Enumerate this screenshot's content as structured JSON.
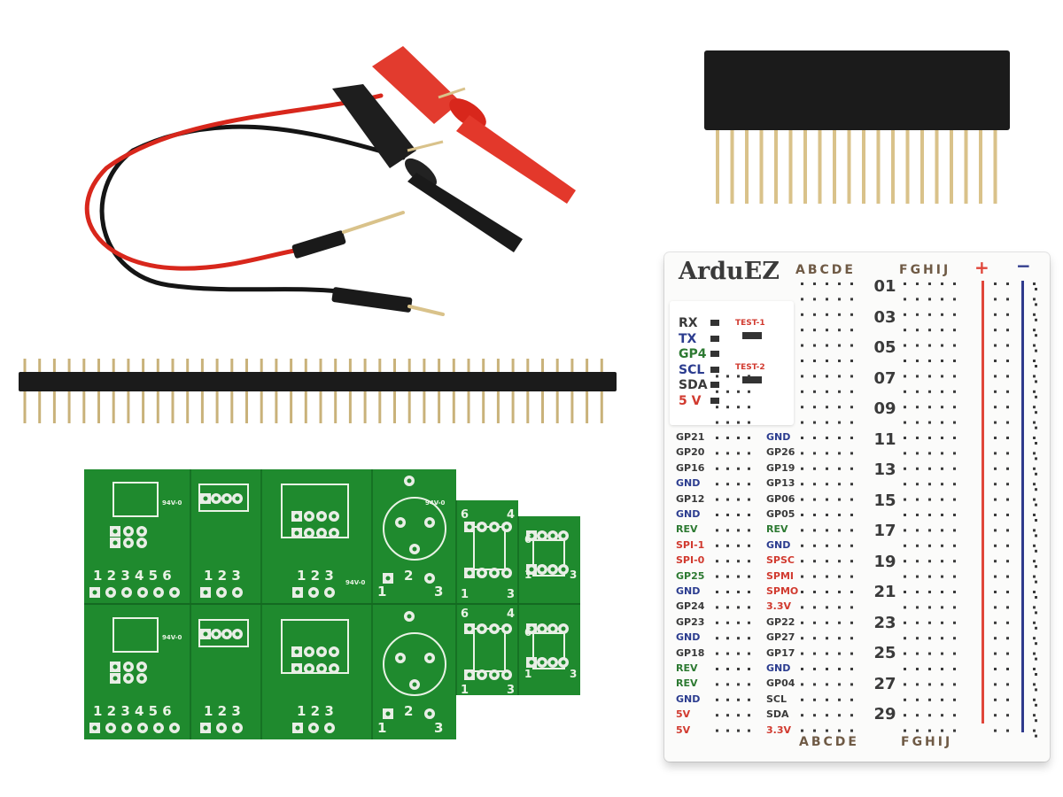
{
  "breadboard": {
    "brand": "ArduEZ",
    "letters_left": "ABCDE",
    "letters_right": "FGHIJ",
    "plus": "+",
    "minus": "−",
    "row_numbers": [
      "01",
      "03",
      "05",
      "07",
      "09",
      "11",
      "13",
      "15",
      "17",
      "19",
      "21",
      "23",
      "25",
      "27",
      "29"
    ],
    "signals": [
      {
        "label": "RX",
        "color": "#3a3a3a"
      },
      {
        "label": "TX",
        "color": "#2b3c8f"
      },
      {
        "label": "GP4",
        "color": "#2d7a32"
      },
      {
        "label": "SCL",
        "color": "#2b3c8f"
      },
      {
        "label": "SDA",
        "color": "#3a3a3a"
      },
      {
        "label": "5 V",
        "color": "#d13a2f"
      }
    ],
    "test1": "TEST-1",
    "test2": "TEST-2",
    "pins_left": [
      {
        "label": "GP21",
        "color": "#3a3a3a"
      },
      {
        "label": "GP20",
        "color": "#3a3a3a"
      },
      {
        "label": "GP16",
        "color": "#3a3a3a"
      },
      {
        "label": "GND",
        "color": "#2b3c8f"
      },
      {
        "label": "GP12",
        "color": "#3a3a3a"
      },
      {
        "label": "GND",
        "color": "#2b3c8f"
      },
      {
        "label": "REV",
        "color": "#2d7a32"
      },
      {
        "label": "SPI-1",
        "color": "#d13a2f"
      },
      {
        "label": "SPI-0",
        "color": "#d13a2f"
      },
      {
        "label": "GP25",
        "color": "#2d7a32"
      },
      {
        "label": "GND",
        "color": "#2b3c8f"
      },
      {
        "label": "GP24",
        "color": "#3a3a3a"
      },
      {
        "label": "GP23",
        "color": "#3a3a3a"
      },
      {
        "label": "GND",
        "color": "#2b3c8f"
      },
      {
        "label": "GP18",
        "color": "#3a3a3a"
      },
      {
        "label": "REV",
        "color": "#2d7a32"
      },
      {
        "label": "REV",
        "color": "#2d7a32"
      },
      {
        "label": "GND",
        "color": "#2b3c8f"
      },
      {
        "label": "5V",
        "color": "#d13a2f"
      },
      {
        "label": "5V",
        "color": "#d13a2f"
      }
    ],
    "pins_right": [
      {
        "label": "GND",
        "color": "#2b3c8f"
      },
      {
        "label": "GP26",
        "color": "#3a3a3a"
      },
      {
        "label": "GP19",
        "color": "#3a3a3a"
      },
      {
        "label": "GP13",
        "color": "#3a3a3a"
      },
      {
        "label": "GP06",
        "color": "#3a3a3a"
      },
      {
        "label": "GP05",
        "color": "#3a3a3a"
      },
      {
        "label": "REV",
        "color": "#2d7a32"
      },
      {
        "label": "GND",
        "color": "#2b3c8f"
      },
      {
        "label": "SPSC",
        "color": "#d13a2f"
      },
      {
        "label": "SPMI",
        "color": "#d13a2f"
      },
      {
        "label": "SPMO",
        "color": "#d13a2f"
      },
      {
        "label": "3.3V",
        "color": "#d13a2f"
      },
      {
        "label": "GP22",
        "color": "#3a3a3a"
      },
      {
        "label": "GP27",
        "color": "#3a3a3a"
      },
      {
        "label": "GP17",
        "color": "#3a3a3a"
      },
      {
        "label": "GND",
        "color": "#2b3c8f"
      },
      {
        "label": "GP04",
        "color": "#3a3a3a"
      },
      {
        "label": "SCL",
        "color": "#3a3a3a"
      },
      {
        "label": "SDA",
        "color": "#3a3a3a"
      },
      {
        "label": "3.3V",
        "color": "#d13a2f"
      }
    ]
  },
  "pcb": {
    "labels_six": "1 2 3 4 5 6",
    "labels_three": "1 2 3",
    "num_6": "6",
    "num_4": "4",
    "num_1": "1",
    "num_3": "3",
    "num_2": "2",
    "rating": "94V-0"
  },
  "colors": {
    "pcb_green": "#1f8a2e",
    "wire_red": "#d8271c",
    "wire_black": "#151515",
    "plus_red": "#e0463a",
    "minus_blue": "#2f3a8c",
    "header_black": "#1b1b1b",
    "gold": "#d9c28a"
  }
}
